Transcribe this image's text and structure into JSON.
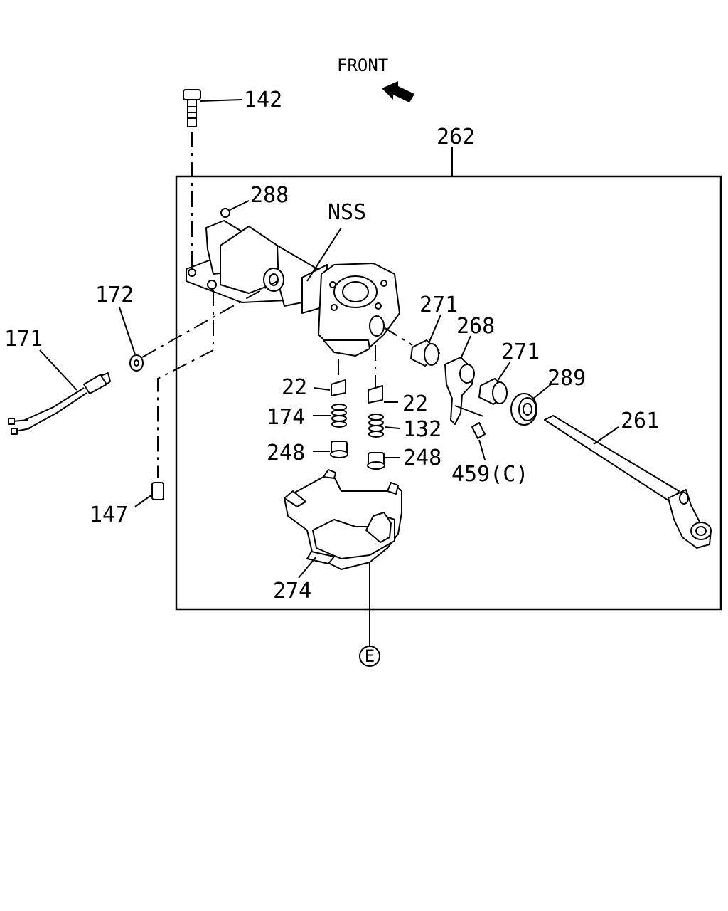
{
  "front_label": "FRONT",
  "callouts": {
    "p142": "142",
    "p262": "262",
    "p288": "288",
    "nss": "NSS",
    "p172": "172",
    "p171": "171",
    "p271a": "271",
    "p268": "268",
    "p271b": "271",
    "p289": "289",
    "p22a": "22",
    "p22b": "22",
    "p174": "174",
    "p132": "132",
    "p248a": "248",
    "p248b": "248",
    "p459": "459(C)",
    "p261": "261",
    "p147": "147",
    "p274": "274",
    "ref_e": "E"
  }
}
